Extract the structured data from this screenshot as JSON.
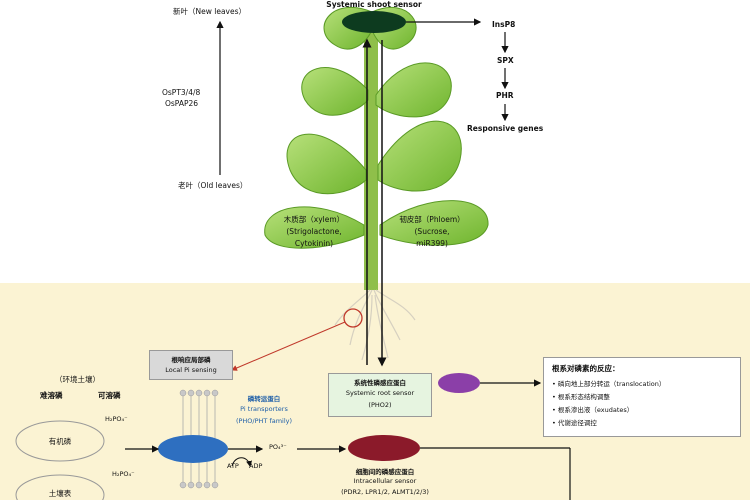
{
  "shoot": {
    "new_leaves": "新叶（New leaves）",
    "old_leaves": "老叶（Old leaves）",
    "transporters": "OsPT3/4/8",
    "pap": "OsPAP26",
    "shoot_sensor": "Systemic shoot sensor",
    "insp8": "InsP8",
    "spx": "SPX",
    "phr": "PHR",
    "responsive_genes": "Responsive genes",
    "xylem_title": "木质部（xylem）",
    "xylem_l1": "(Strigolactone,",
    "xylem_l2": "Cytokinin)",
    "phloem_title": "韧皮部（Phloem）",
    "phloem_l1": "(Sucrose,",
    "phloem_l2": "miR399)"
  },
  "soil": {
    "env": "（环境土壤）",
    "insoluble": "难溶磷",
    "soluble": "可溶磷",
    "organic": "有机磷",
    "soil_label": "土壤表",
    "h2po4_a": "H₂PO₄⁻",
    "h2po4_b": "H₂PO₄⁻",
    "po4": "PO₄³⁻",
    "atp": "ATP",
    "adp": "ADP",
    "local_cn": "根响应局部磷",
    "local_en": "Local Pi sensing",
    "trans_cn": "磷转运蛋白",
    "trans_en1": "Pi transporters",
    "trans_en2": "(PHO/PHT family)",
    "sys_root_cn": "系统性磷感应蛋白",
    "sys_root_en": "Systemic root sensor",
    "sys_root_name": "(PHO2)",
    "intra_cn": "细胞间的磷感应蛋白",
    "intra_en": "Intracellular sensor",
    "intra_names": "(PDR2, LPR1/2, ALMT1/2/3)"
  },
  "response": {
    "title": "根系对磷素的反应：",
    "items": [
      "磷向地上部分转运（translocation）",
      "根系形态结构调整",
      "根系渗出液（exudates）",
      "代谢途径调控"
    ]
  },
  "colors": {
    "soil_bg": "#fbf3d3",
    "leaf": "#8cc63f",
    "sensor_dark": "#0d3b1f",
    "intracellular": "#8b1a2a",
    "transporter": "#2e6fc0",
    "extra_oval": "#8b3fa8",
    "local_box": "#d9d9d9",
    "sys_root_box": "#e6f4e0"
  }
}
